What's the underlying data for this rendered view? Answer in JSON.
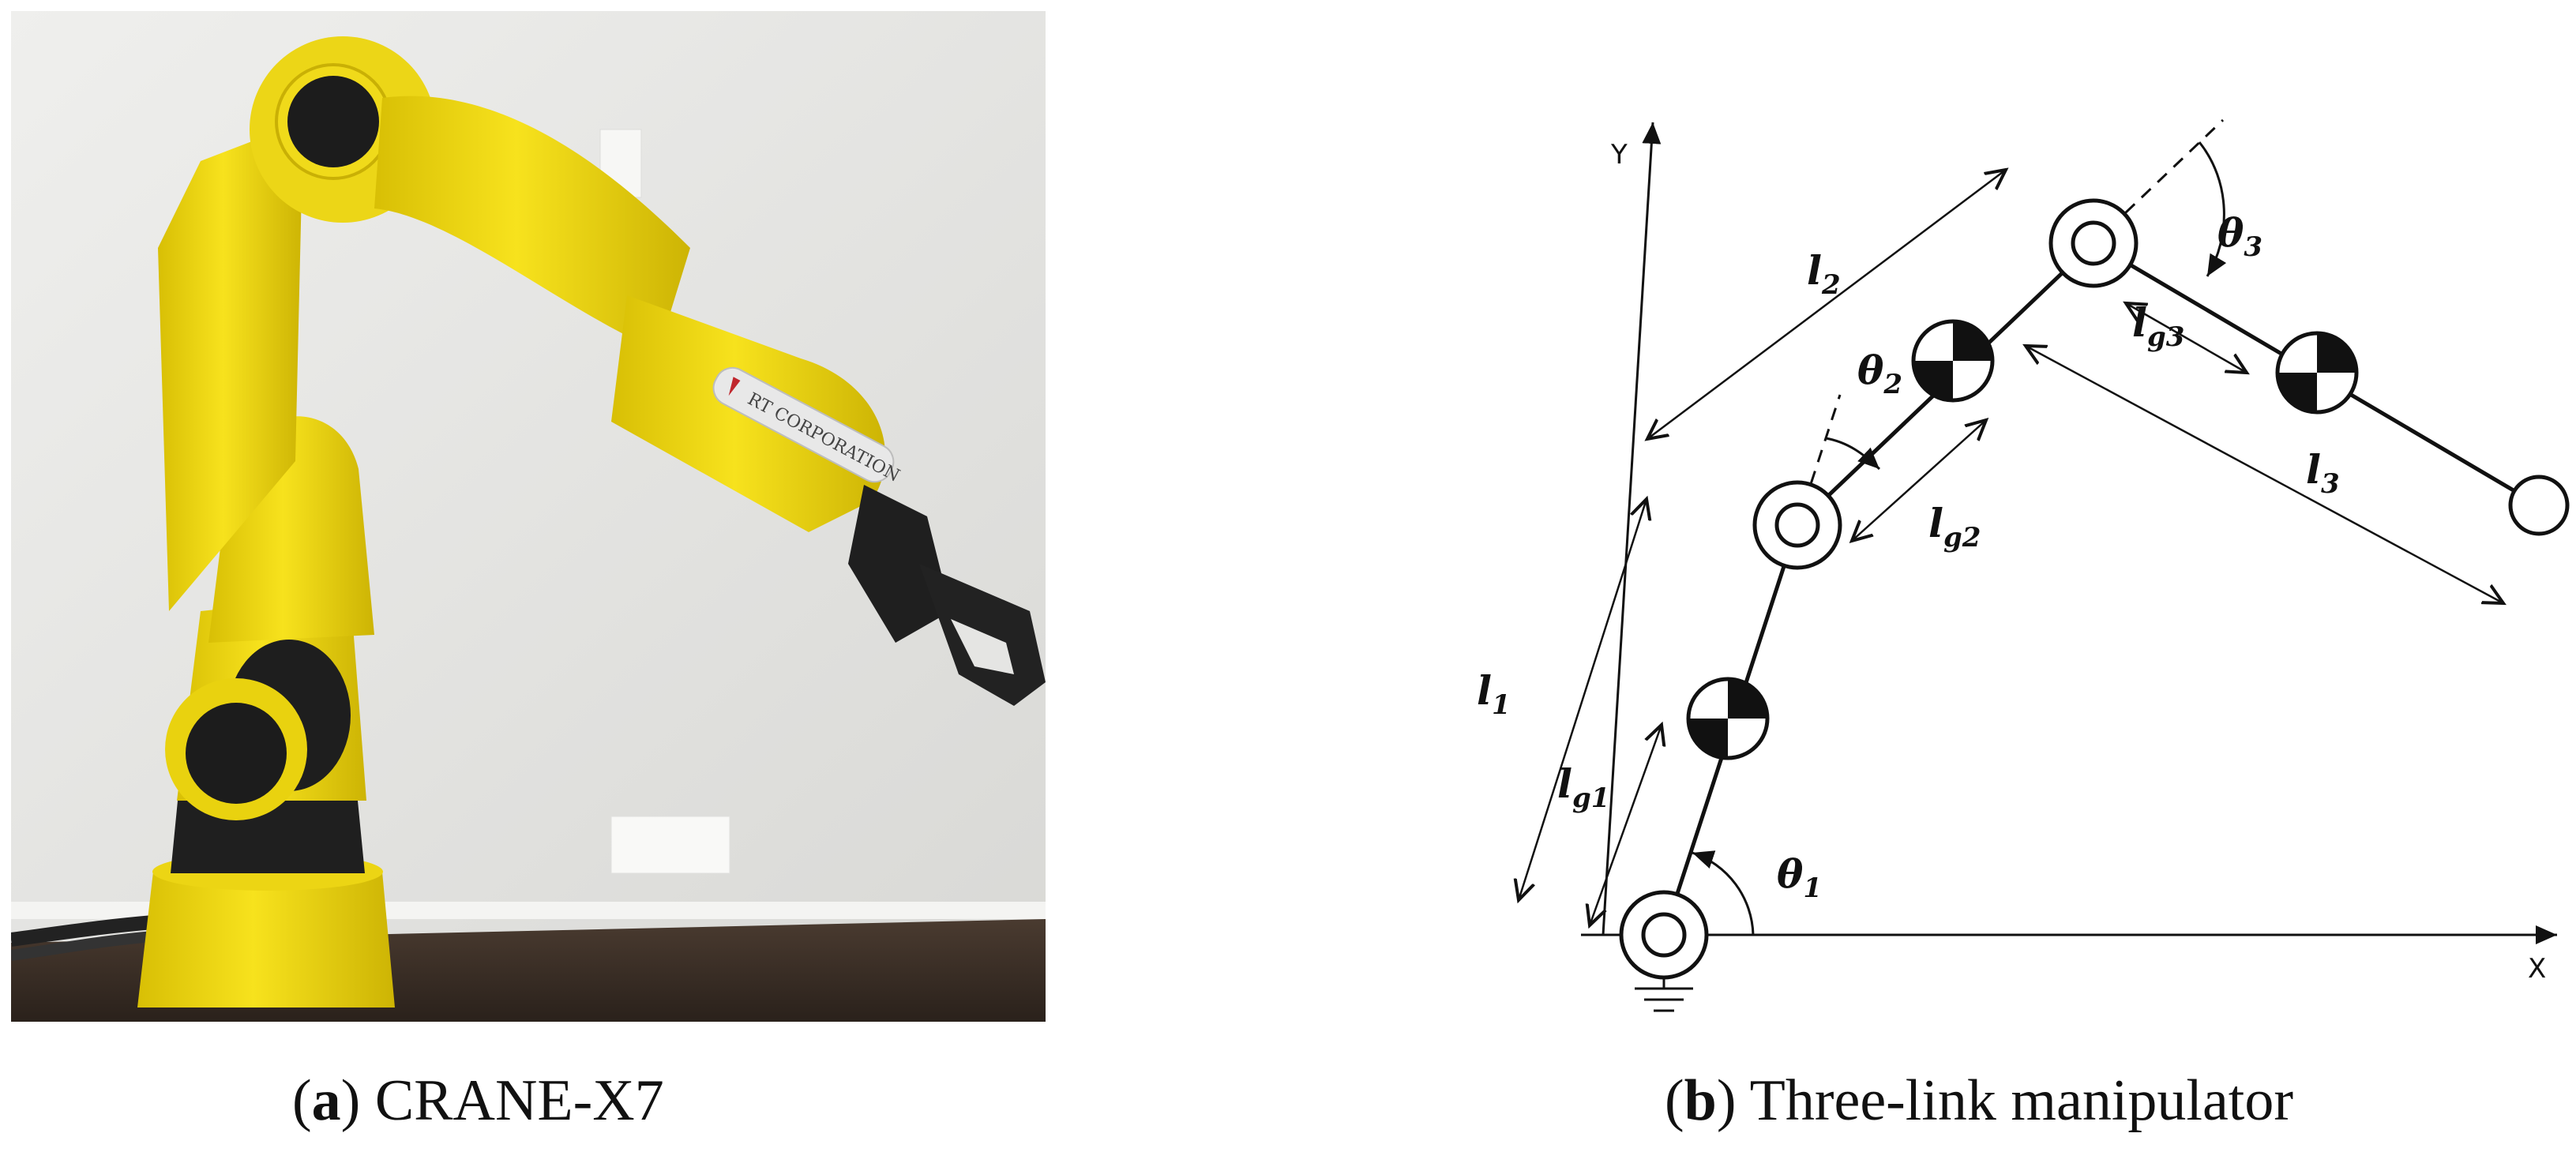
{
  "captions": {
    "a": {
      "letter": "a",
      "text": " CRANE-X7"
    },
    "b": {
      "letter": "b",
      "text": " Three-link manipulator"
    }
  },
  "photo": {
    "logo_text": "RT CORPORATION",
    "arm_color": "#f2dc16",
    "dark_color": "#1d1d1d",
    "wall_color": "#e6e6e4",
    "floor_color": "#3a2e26"
  },
  "diagram": {
    "axes": {
      "x": "X",
      "y": "Y"
    },
    "labels": {
      "l1": {
        "base": "l",
        "sub": "1"
      },
      "l2": {
        "base": "l",
        "sub": "2"
      },
      "l3": {
        "base": "l",
        "sub": "3"
      },
      "lg1": {
        "base": "l",
        "sub": "g1"
      },
      "lg2": {
        "base": "l",
        "sub": "g2"
      },
      "lg3": {
        "base": "l",
        "sub": "g3"
      },
      "t1": {
        "base": "θ",
        "sub": "1"
      },
      "t2": {
        "base": "θ",
        "sub": "2"
      },
      "t3": {
        "base": "θ",
        "sub": "3"
      }
    }
  }
}
